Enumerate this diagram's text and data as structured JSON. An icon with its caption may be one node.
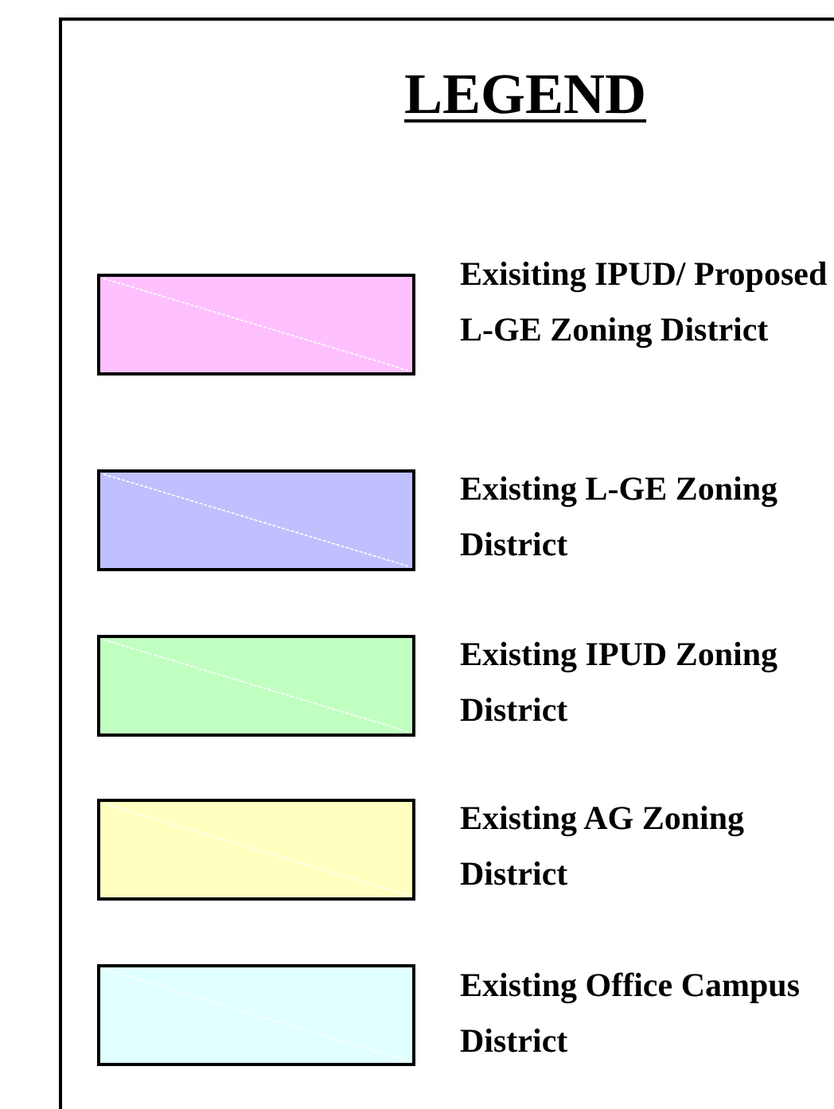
{
  "diagram": {
    "title": "LEGEND",
    "legend": [
      {
        "text": "Exisiting IPUD/ Proposed L-GE Zoning District",
        "color": "#ffc0ff"
      },
      {
        "text": "Existing L-GE Zoning District",
        "color": "#c0c0ff"
      },
      {
        "text": "Existing IPUD Zoning District",
        "color": "#c0ffc0"
      },
      {
        "text": "Existing AG Zoning District",
        "color": "#ffffc0"
      },
      {
        "text": "Existing Office Campus District",
        "color": "#e0ffff"
      }
    ]
  }
}
